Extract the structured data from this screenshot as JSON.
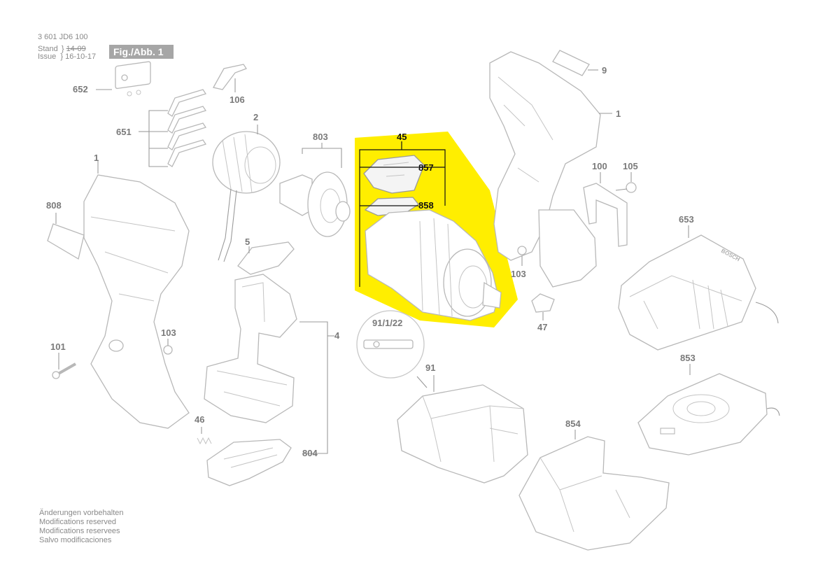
{
  "header": {
    "part_number": "3 601 JD6 100",
    "stand_label": "Stand",
    "stand_value": "14-09",
    "issue_label": "Issue",
    "issue_value": "16-10-17",
    "figure_label": "Fig./Abb. 1"
  },
  "footer": {
    "lines": [
      "Änderungen vorbehalten",
      "Modifications reserved",
      "Modifications reservees",
      "Salvo modificaciones"
    ]
  },
  "highlight_color": "#ffee00",
  "callouts": {
    "c652": "652",
    "c106": "106",
    "c651": "651",
    "c2": "2",
    "c803": "803",
    "c45": "45",
    "c857": "857",
    "c858": "858",
    "c9": "9",
    "c1_right": "1",
    "c100": "100",
    "c105": "105",
    "c1_left": "1",
    "c808": "808",
    "c5": "5",
    "c103_right": "103",
    "c653": "653",
    "c47": "47",
    "c91_1_22": "91/1/22",
    "c4": "4",
    "c103_left": "103",
    "c101": "101",
    "c91": "91",
    "c853": "853",
    "c46": "46",
    "c854": "854",
    "c804": "804"
  },
  "icons": {
    "battery_gauge_icon": "battery-gauge-icon",
    "bosch_logo": "bosch-logo"
  },
  "logo_text": "BOSCH"
}
